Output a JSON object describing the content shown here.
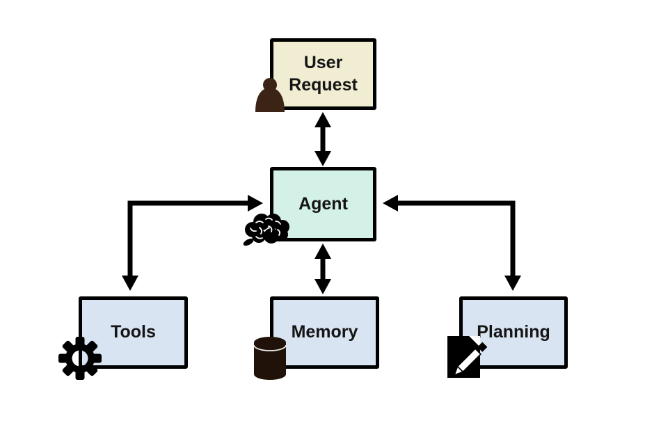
{
  "diagram": {
    "title": "Agent architecture diagram",
    "background": "#ffffff",
    "nodes": {
      "user_request": {
        "label": "User Request",
        "fill": "#f1edd3",
        "icon": "person-icon"
      },
      "agent": {
        "label": "Agent",
        "fill": "#d4f1e8",
        "icon": "brain-icon"
      },
      "tools": {
        "label": "Tools",
        "fill": "#d8e4f1",
        "icon": "gear-icon"
      },
      "memory": {
        "label": "Memory",
        "fill": "#d8e4f1",
        "icon": "database-icon"
      },
      "planning": {
        "label": "Planning",
        "fill": "#d8e4f1",
        "icon": "document-pencil-icon"
      }
    },
    "edges": [
      {
        "id": "user-request-agent",
        "endpoints": [
          "user_request",
          "agent"
        ],
        "style": "straight-vertical",
        "arrowheads": "both"
      },
      {
        "id": "agent-memory",
        "endpoints": [
          "agent",
          "memory"
        ],
        "style": "straight-vertical",
        "arrowheads": "both"
      },
      {
        "id": "agent-tools",
        "endpoints": [
          "agent",
          "tools"
        ],
        "style": "elbow",
        "arrowheads": "both"
      },
      {
        "id": "agent-planning",
        "endpoints": [
          "agent",
          "planning"
        ],
        "style": "elbow",
        "arrowheads": "both"
      }
    ],
    "colors": {
      "box_border": "#000000",
      "arrow": "#000000",
      "label_text": "#151515",
      "person_icon": "#3b2416",
      "database_icon": "#201208",
      "black_icon": "#000000"
    }
  }
}
